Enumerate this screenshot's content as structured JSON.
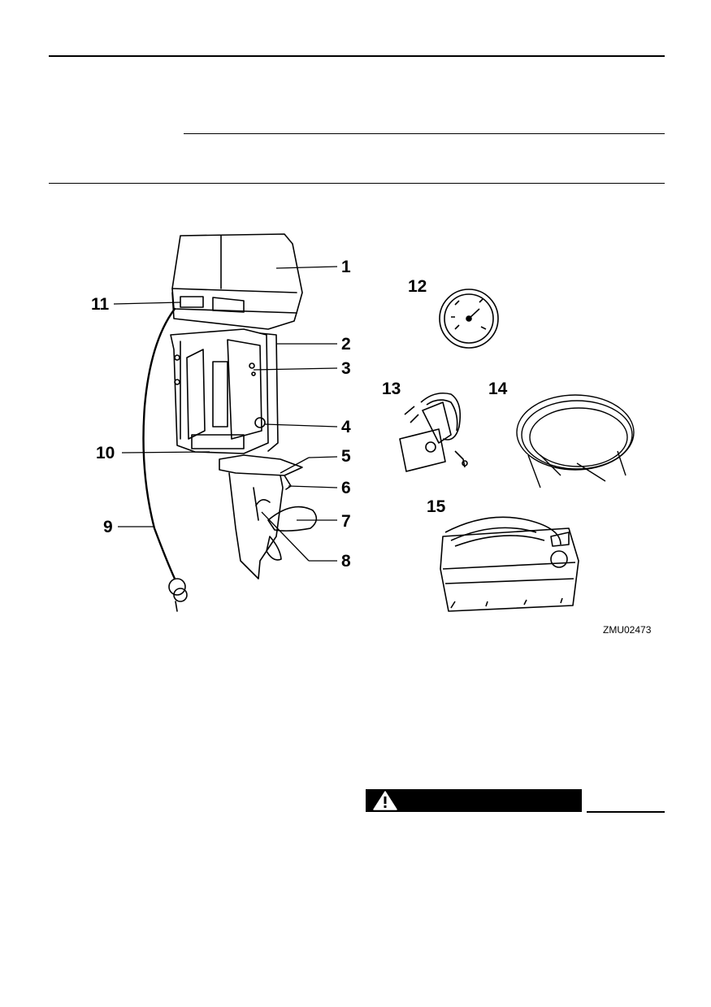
{
  "figure": {
    "callouts": {
      "c1": "1",
      "c2": "2",
      "c3": "3",
      "c4": "4",
      "c5": "5",
      "c6": "6",
      "c7": "7",
      "c8": "8",
      "c9": "9",
      "c10": "10",
      "c11": "11",
      "c12": "12",
      "c13": "13",
      "c14": "14",
      "c15": "15"
    },
    "image_code": "ZMU02473"
  },
  "warning": {
    "icon": "warning-triangle-icon"
  }
}
